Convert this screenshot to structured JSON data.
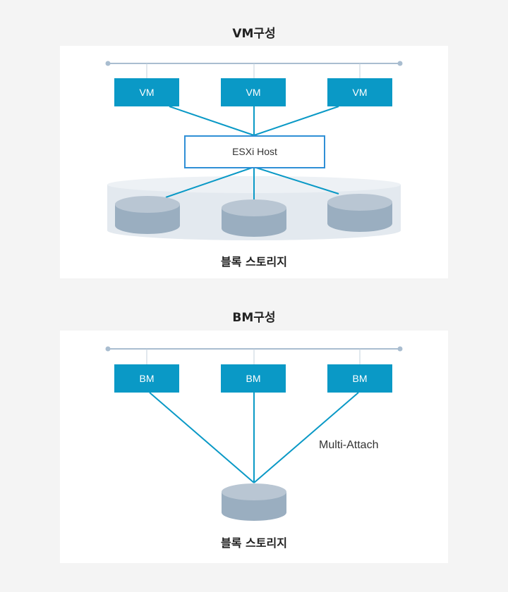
{
  "vm_section": {
    "title": "VM구성",
    "nodes": [
      "VM",
      "VM",
      "VM"
    ],
    "host_label": "ESXi Host",
    "storage_label": "블록 스토리지"
  },
  "bm_section": {
    "title": "BM구성",
    "nodes": [
      "BM",
      "BM",
      "BM"
    ],
    "attach_label": "Multi-Attach",
    "storage_label": "블록 스토리지"
  },
  "colors": {
    "node_fill": "#0a99c6",
    "link_line": "#0a99c6",
    "host_border": "#2f8fd6",
    "bus_line": "#a9bdd0",
    "disk_top": "#b9c6d3",
    "disk_side": "#9aaec0",
    "pool_fill": "#e3e9ef"
  }
}
